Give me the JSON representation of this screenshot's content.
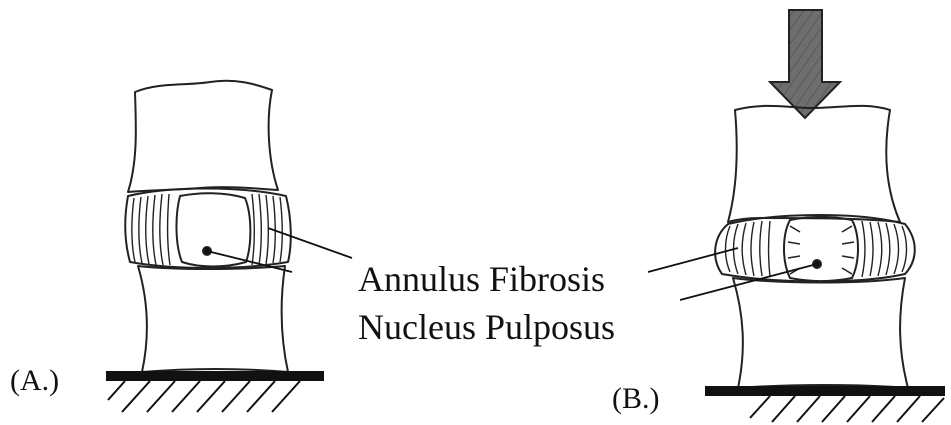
{
  "labels": {
    "annulus": "Annulus Fibrosis",
    "nucleus": "Nucleus Pulposus",
    "panel_a": "(A.)",
    "panel_b": "(B.)"
  },
  "icons": {
    "load_arrow": "down-arrow-icon"
  },
  "colors": {
    "ink": "#111111",
    "arrow_fill": "#6e6e6e"
  }
}
